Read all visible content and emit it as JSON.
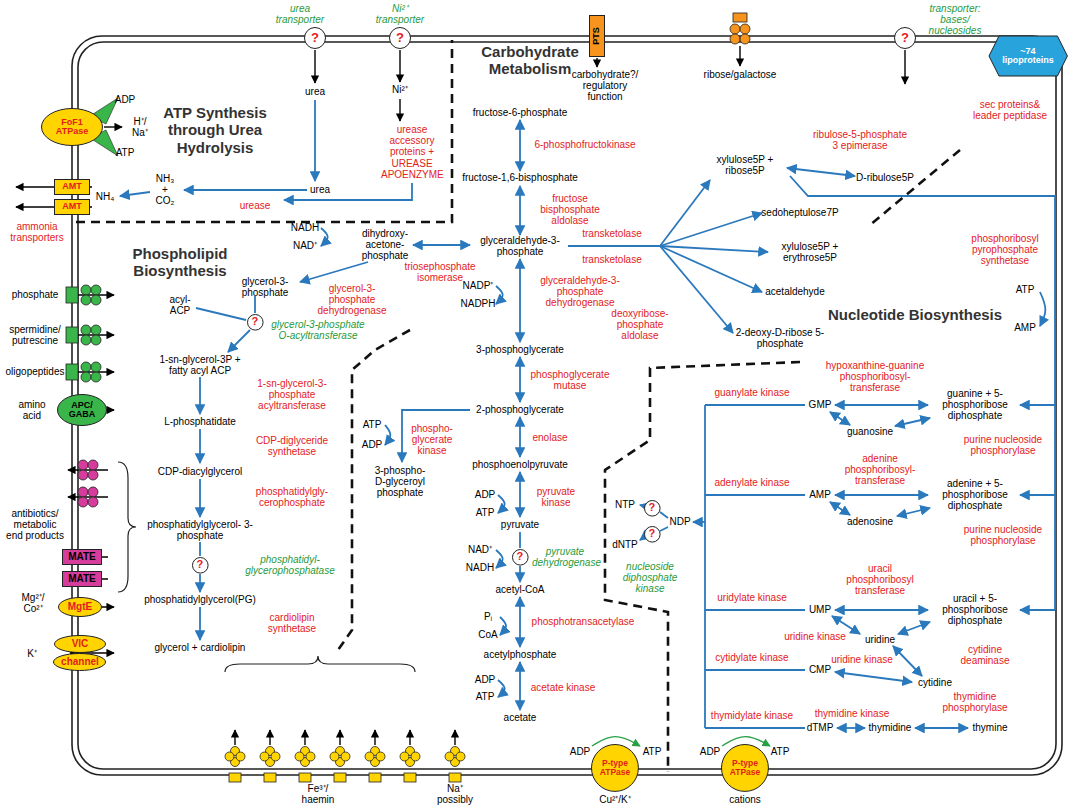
{
  "diagram": {
    "nodes": [
      {
        "text": [
          "?"
        ]
      },
      {
        "text": [
          "?"
        ]
      },
      {
        "text": [
          "PTS"
        ]
      },
      {
        "text": [
          "?"
        ]
      },
      {
        "text": [
          "~74 lipoproteins"
        ]
      },
      {
        "text": [
          "FoF1 ATPase"
        ]
      },
      {
        "text": [
          "AMT"
        ]
      },
      {
        "text": [
          "AMT"
        ]
      },
      {
        "text": [
          "?"
        ]
      },
      {
        "text": [
          "APC/ GABA"
        ]
      },
      {
        "text": [
          "?"
        ]
      },
      {
        "text": [
          "?"
        ]
      },
      {
        "text": [
          "?"
        ]
      },
      {
        "text": [
          "MATE"
        ]
      },
      {
        "text": [
          "MATE"
        ]
      },
      {
        "text": [
          "?"
        ]
      },
      {
        "text": [
          "MgtE"
        ]
      },
      {
        "text": [
          "VIC"
        ]
      },
      {
        "text": [
          "channel"
        ]
      },
      {
        "text": [
          "P-type ATPase"
        ]
      },
      {
        "text": [
          "P-type ATPase"
        ]
      }
    ],
    "labels": [
      "urea transporter",
      "Ni²⁺ transporter",
      "transporter: bases/ nucleosides",
      "ADP",
      "H⁺/ Na⁺",
      "ATP",
      "ATP Synthesis through Urea Hydrolysis",
      "urea",
      "Ni²⁺",
      "urease accessory proteins + UREASE APOENZYME",
      "Carbohydrate Metabolism",
      "carbohydrate?/ regulatory function",
      "ribose/galactose",
      "sec proteins& leader peptidase",
      "urea",
      "NH₃ + CO₂",
      "NH₄",
      "urease",
      "ammonia transporters",
      "fructose-6-phosphate",
      "6-phosphofructokinase",
      "fructose-1,6-bisphosphate",
      "fructose bisphosphate aldolase",
      "dihydroxy- acetone- phosphate",
      "glyceraldehyde-3- phosphate",
      "triosephosphate isomerase",
      "transketolase",
      "transketolase",
      "NADH",
      "NAD⁺",
      "Phospholipid Biosynthesis",
      "glycerol-3- phosphate",
      "glycerol-3- phosphate dehydrogenase",
      "acyl- ACP",
      "glycerol-3-phosphate O-acyltransferase",
      "1-sn-glycerol-3P + fatty acyl ACP",
      "1-sn-glycerol-3- phosphate acyltransferase",
      "L-phosphatidate",
      "CDP-diglyceride synthetase",
      "CDP-diacylglycerol",
      "phosphatidylgly- cerophosphate",
      "phosphatidylglycerol- 3-phosphate",
      "phosphatidyl- glycerophosphatase",
      "phosphatidylglycerol(PG)",
      "cardiolipin synthetase",
      "glycerol + cardiolipin",
      "NADP⁺",
      "NADPH",
      "glyceraldehyde-3- phosphate dehydrogenase",
      "3-phosphoglycerate",
      "phosphoglycerate mutase",
      "2-phosphoglycerate",
      "ATP",
      "ADP",
      "phospho- glycerate kinase",
      "3-phospho- D-glyceroyl phosphate",
      "enolase",
      "phosphoenolpyruvate",
      "ADP",
      "ATP",
      "pyruvate kinase",
      "pyruvate",
      "NAD⁺",
      "NADH",
      "pyruvate dehydrogenase",
      "acetyl-CoA",
      "Pᵢ",
      "CoA",
      "phosphotransacetylase",
      "acetylphosphate",
      "ADP",
      "ATP",
      "acetate kinase",
      "acetate",
      "ribulose-5-phosphate 3 epimerase",
      "xylulose5P + ribose5P",
      "D-ribulose5P",
      "sedoheptulose7P",
      "xylulose5P + erythrose5P",
      "acetaldehyde",
      "deoxyribose-phosphate aldolase",
      "2-deoxy-D-ribose 5-phosphate",
      "phosphoribosyl pyrophosphate synthetase",
      "ATP",
      "AMP",
      "Nucleotide Biosynthesis",
      "hypoxanthine-guanine phosphoribosyl- transferase",
      "guanylate kinase",
      "GMP",
      "guanine + 5-phosphoribose diphosphate",
      "guanosine",
      "purine nucleoside phosphorylase",
      "adenine phosphoribosyl- transferase",
      "adenylate kinase",
      "AMP",
      "adenine + 5-phosphoribose diphosphate",
      "adenosine",
      "purine nucleoside phosphorylase",
      "NTP",
      "dNTP",
      "NDP",
      "nucleoside diphosphate kinase",
      "uridylate kinase",
      "uracil phosphoribosyl transferase",
      "UMP",
      "uracil + 5-phosphoribose diphosphate",
      "uridine kinase",
      "uridine",
      "cytidylate kinase",
      "uridine kinase",
      "cytidine deaminase",
      "CMP",
      "cytidine",
      "thymidylate kinase",
      "thymidine kinase",
      "thymidine phosphorylase",
      "dTMP",
      "thymidine",
      "thymine",
      "phosphate",
      "spermidine/ putrescine",
      "oligopeptides",
      "amino acid",
      "antibiotics/ metabolic end products",
      "Mg²⁺/ Co²⁺",
      "K⁺",
      "Fe³⁺/ haemin",
      "Na⁺ possibly",
      "ADP",
      "ATP",
      "Cu²⁺/K⁺",
      "ADP",
      "ATP",
      "cations"
    ]
  }
}
